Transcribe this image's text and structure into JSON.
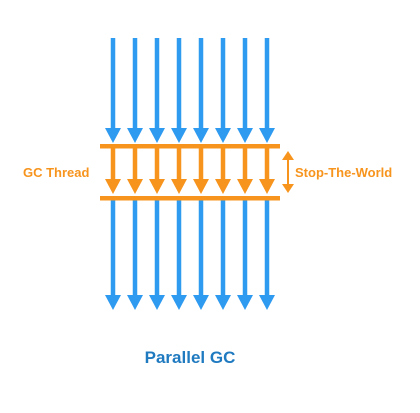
{
  "diagram": {
    "left_label": "GC Thread",
    "right_label": "Stop-The-World",
    "caption": "Parallel GC",
    "colors": {
      "app_thread": "#2f9bf0",
      "gc": "#f7941d",
      "caption": "#1f7ac0",
      "background": "#ffffff"
    },
    "app_thread_count": 8,
    "gc_thread_count": 8
  }
}
